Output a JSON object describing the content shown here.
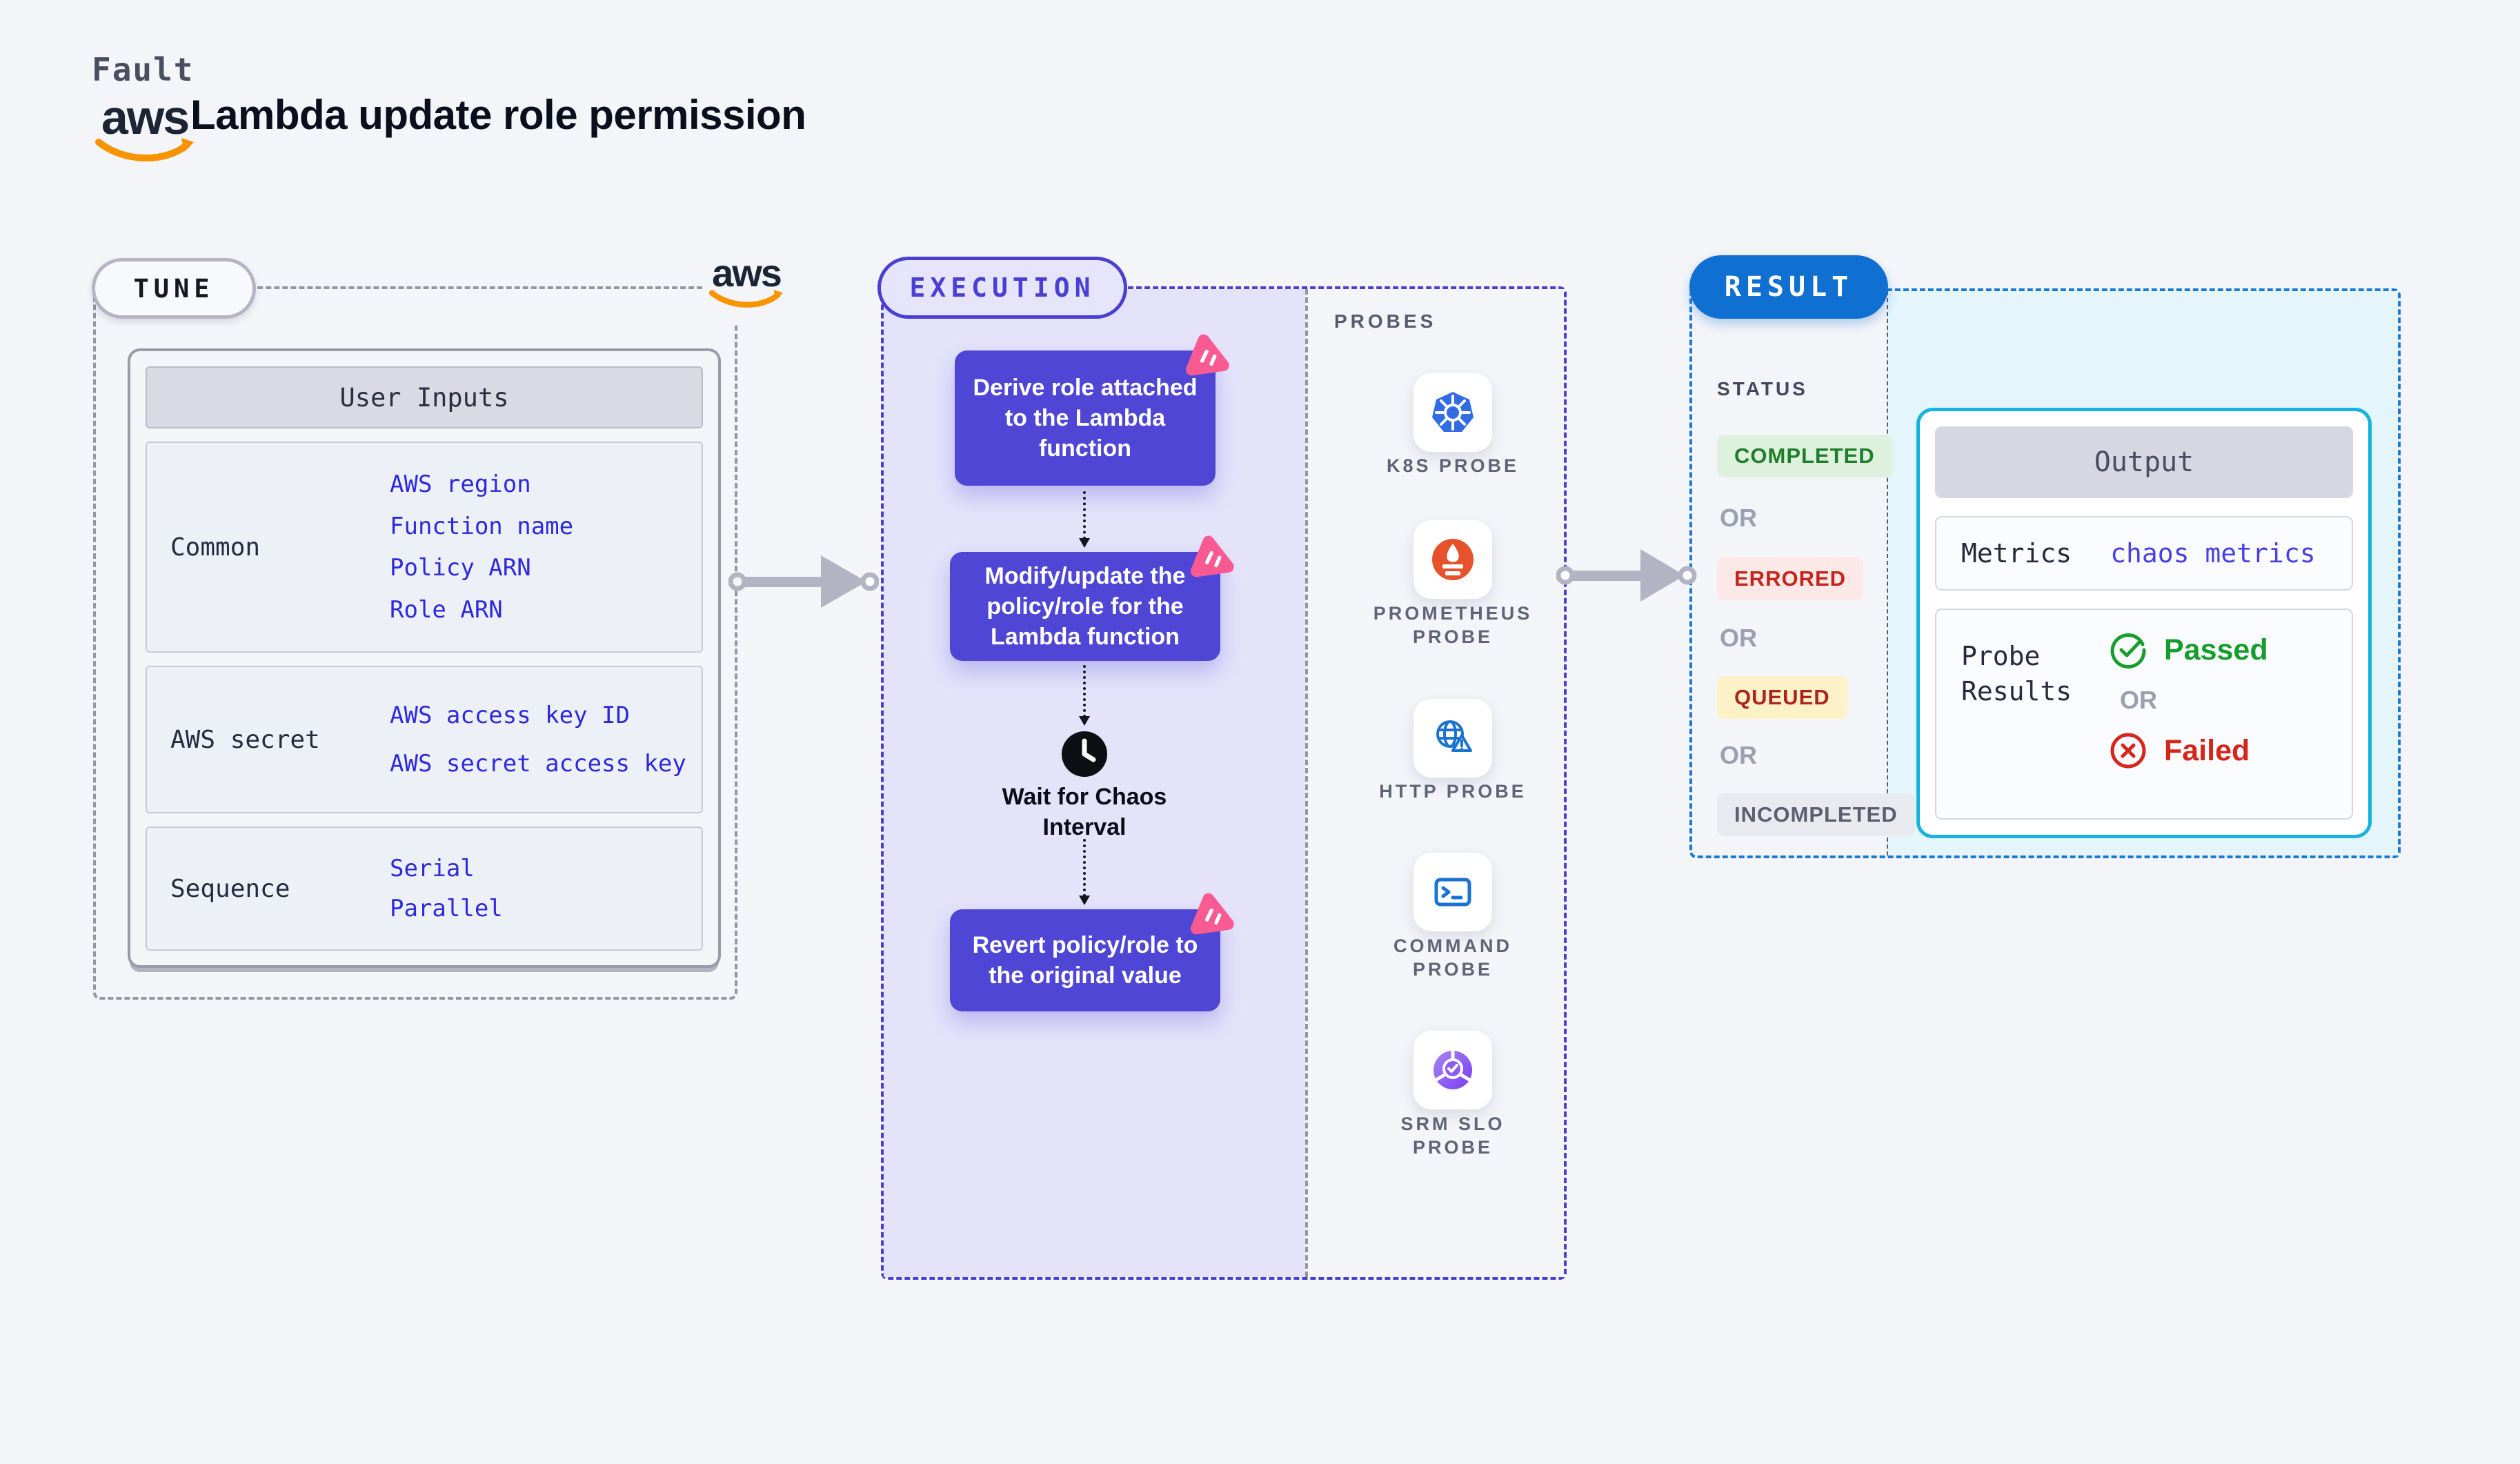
{
  "header": {
    "eyebrow": "Fault",
    "title": "Lambda update role permission",
    "aws_logo_text": "aws"
  },
  "tune": {
    "badge": "TUNE",
    "table": {
      "header": "User Inputs",
      "rows": [
        {
          "label": "Common",
          "links": [
            "AWS region",
            "Function name",
            "Policy ARN",
            "Role ARN"
          ]
        },
        {
          "label": "AWS secret",
          "links": [
            "AWS access key ID",
            "AWS secret access key"
          ]
        },
        {
          "label": "Sequence",
          "links": [
            "Serial",
            "Parallel"
          ]
        }
      ]
    }
  },
  "execution": {
    "badge": "EXECUTION",
    "steps": [
      "Derive role attached to the Lambda function",
      "Modify/update the policy/role for the Lambda function",
      "Revert policy/role to the original value"
    ],
    "wait_label": "Wait for Chaos Interval",
    "probes": {
      "title": "PROBES",
      "items": [
        {
          "label": "K8S PROBE",
          "icon": "kubernetes-icon"
        },
        {
          "label": "PROMETHEUS PROBE",
          "icon": "prometheus-icon"
        },
        {
          "label": "HTTP PROBE",
          "icon": "http-globe-warning-icon"
        },
        {
          "label": "COMMAND PROBE",
          "icon": "terminal-icon"
        },
        {
          "label": "SRM SLO PROBE",
          "icon": "srm-slo-icon"
        }
      ]
    }
  },
  "result": {
    "badge": "RESULT",
    "status": {
      "title": "STATUS",
      "or": "OR",
      "items": [
        {
          "label": "COMPLETED",
          "fg": "#1e7e2b",
          "bg": "#ddf1dc"
        },
        {
          "label": "ERRORED",
          "fg": "#c4251c",
          "bg": "#fbe8e7"
        },
        {
          "label": "QUEUED",
          "fg": "#ad241f",
          "bg": "#fdf2c7"
        },
        {
          "label": "INCOMPLETED",
          "fg": "#5a5f6f",
          "bg": "#e9eaf0"
        }
      ]
    },
    "output": {
      "header": "Output",
      "metrics_label": "Metrics",
      "metrics_value": "chaos metrics",
      "probe_results_label": "Probe Results",
      "passed": "Passed",
      "or": "OR",
      "failed": "Failed"
    }
  },
  "colors": {
    "page_bg": "#f4f5f9",
    "accent_indigo": "#4a3fd0",
    "flow_box_indigo": "#4f46d6",
    "lavender_bg": "#e4e3fa",
    "result_pill_blue": "#0f70d2",
    "result_dash_blue": "#1879d6",
    "cyan_bg": "#e4f5fc",
    "output_border_cyan": "#15b3df",
    "link_blue": "#2d29dd",
    "passed_green": "#169e2c",
    "failed_red": "#d6251b",
    "aws_orange": "#f79400",
    "chaos_pink": "#fa5a92",
    "arrow_gray": "#b2b3c3",
    "kubernetes_blue": "#326ce5",
    "prometheus_orange": "#e6522c"
  }
}
